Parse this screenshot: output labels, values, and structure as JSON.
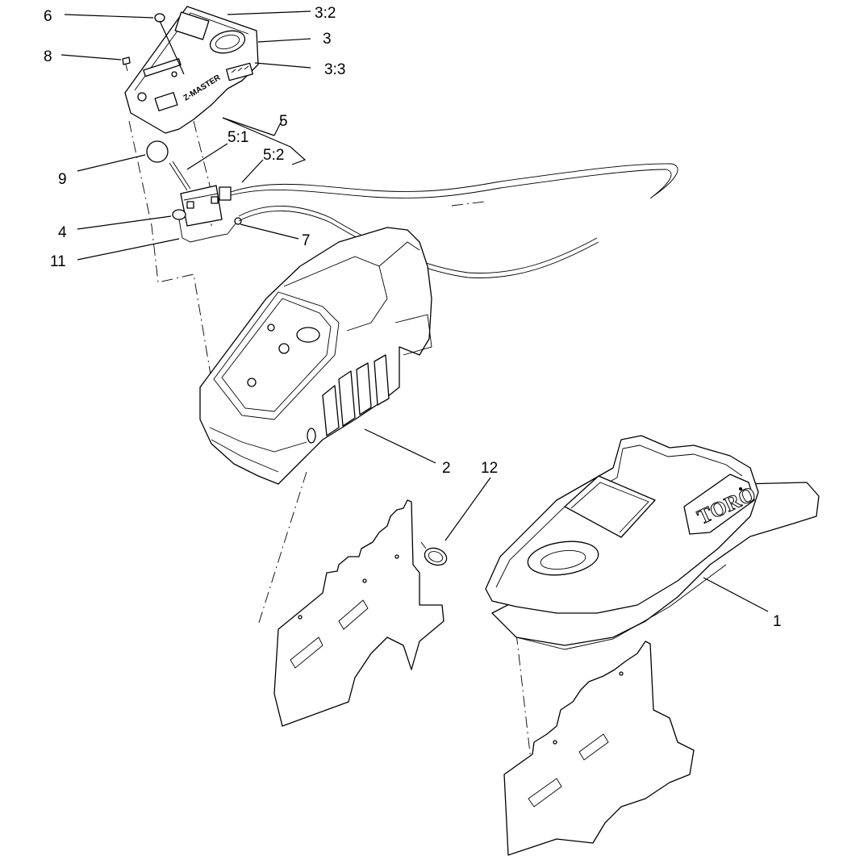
{
  "diagram": {
    "callouts": {
      "c1": "1",
      "c2": "2",
      "c3": "3",
      "c3_2": "3:2",
      "c3_3": "3:3",
      "c4": "4",
      "c5": "5",
      "c5_1": "5:1",
      "c5_2": "5:2",
      "c6": "6",
      "c7": "7",
      "c8": "8",
      "c9": "9",
      "c11": "11",
      "c12": "12"
    },
    "brand_logo": "TORO",
    "decal_text": "Z-MASTER"
  }
}
